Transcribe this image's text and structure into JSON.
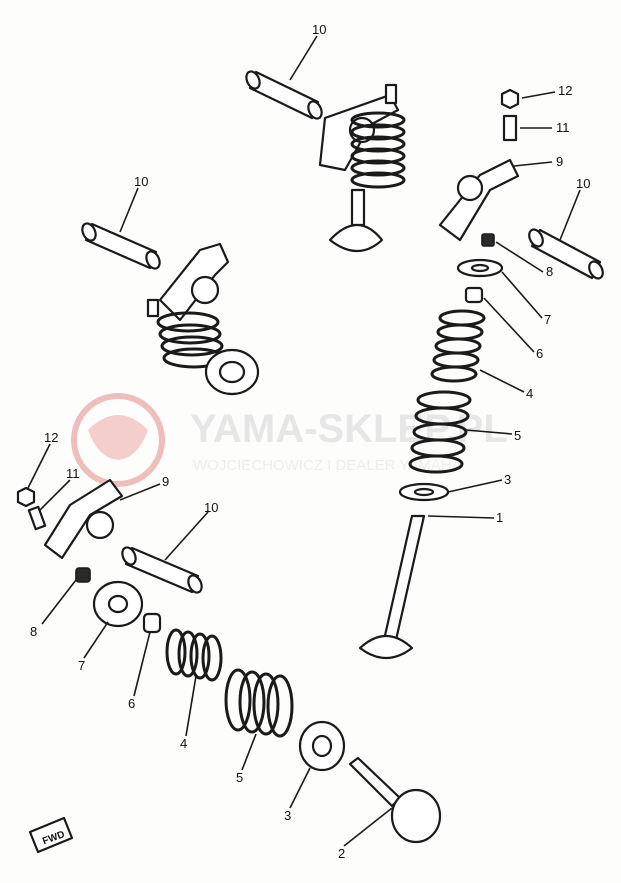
{
  "watermark": {
    "brand": "YAMA-SKLEP.PL",
    "tagline": "WOJCIECHOWICZ I DEALER YAMAHA",
    "logo_color": "#e8a0a0"
  },
  "fwd_badge": "FWD",
  "callouts": {
    "c1": "1",
    "c2": "2",
    "c3a": "3",
    "c3b": "3",
    "c4a": "4",
    "c4b": "4",
    "c5a": "5",
    "c5b": "5",
    "c6a": "6",
    "c6b": "6",
    "c7a": "7",
    "c7b": "7",
    "c8a": "8",
    "c8b": "8",
    "c9a": "9",
    "c9b": "9",
    "c10a": "10",
    "c10b": "10",
    "c10c": "10",
    "c10d": "10",
    "c11a": "11",
    "c11b": "11",
    "c12a": "12",
    "c12b": "12"
  }
}
